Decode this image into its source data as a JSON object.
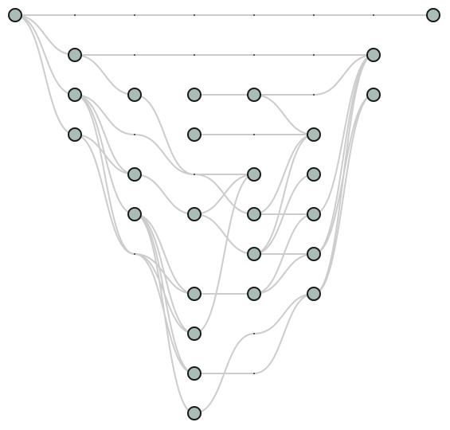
{
  "graph": {
    "node_fill": "#a8bdb5",
    "node_stroke": "#1a1a1a",
    "edge_color": "#cccccc",
    "nodes": [
      {
        "id": "n0",
        "layer": 0,
        "row": 0
      },
      {
        "id": "n1",
        "layer": 7,
        "row": 0
      },
      {
        "id": "n2",
        "layer": 1,
        "row": 1
      },
      {
        "id": "n3",
        "layer": 6,
        "row": 1
      },
      {
        "id": "n4",
        "layer": 1,
        "row": 2
      },
      {
        "id": "n5",
        "layer": 2,
        "row": 2
      },
      {
        "id": "n6",
        "layer": 3,
        "row": 2
      },
      {
        "id": "n7",
        "layer": 4,
        "row": 2
      },
      {
        "id": "n8",
        "layer": 6,
        "row": 2
      },
      {
        "id": "n9",
        "layer": 1,
        "row": 3
      },
      {
        "id": "n10",
        "layer": 3,
        "row": 3
      },
      {
        "id": "n11",
        "layer": 5,
        "row": 3
      },
      {
        "id": "n12",
        "layer": 2,
        "row": 4
      },
      {
        "id": "n13",
        "layer": 4,
        "row": 4
      },
      {
        "id": "n14",
        "layer": 5,
        "row": 4
      },
      {
        "id": "n15",
        "layer": 2,
        "row": 5
      },
      {
        "id": "n16",
        "layer": 3,
        "row": 5
      },
      {
        "id": "n17",
        "layer": 4,
        "row": 5
      },
      {
        "id": "n18",
        "layer": 5,
        "row": 5
      },
      {
        "id": "n19",
        "layer": 4,
        "row": 6
      },
      {
        "id": "n20",
        "layer": 5,
        "row": 6
      },
      {
        "id": "n21",
        "layer": 3,
        "row": 7
      },
      {
        "id": "n22",
        "layer": 4,
        "row": 7
      },
      {
        "id": "n23",
        "layer": 5,
        "row": 7
      },
      {
        "id": "n24",
        "layer": 3,
        "row": 8
      },
      {
        "id": "n25",
        "layer": 3,
        "row": 9
      },
      {
        "id": "n26",
        "layer": 3,
        "row": 10
      }
    ],
    "edges": [
      {
        "path": [
          [
            0,
            0
          ],
          [
            1,
            0
          ],
          [
            2,
            0
          ],
          [
            3,
            0
          ],
          [
            4,
            0
          ],
          [
            5,
            0
          ],
          [
            6,
            0
          ],
          [
            7,
            0
          ]
        ]
      },
      {
        "path": [
          [
            0,
            0
          ],
          [
            1,
            1
          ]
        ]
      },
      {
        "path": [
          [
            0,
            0
          ],
          [
            1,
            2
          ]
        ]
      },
      {
        "path": [
          [
            0,
            0
          ],
          [
            1,
            3
          ]
        ]
      },
      {
        "path": [
          [
            1,
            1
          ],
          [
            2,
            1
          ],
          [
            3,
            1
          ],
          [
            4,
            1
          ],
          [
            5,
            1
          ],
          [
            6,
            1
          ]
        ]
      },
      {
        "path": [
          [
            1,
            1
          ],
          [
            2,
            2
          ]
        ]
      },
      {
        "path": [
          [
            1,
            2
          ],
          [
            2,
            3
          ],
          [
            3,
            4
          ],
          [
            4,
            4
          ]
        ]
      },
      {
        "path": [
          [
            1,
            2
          ],
          [
            2,
            4
          ]
        ]
      },
      {
        "path": [
          [
            1,
            2
          ],
          [
            2,
            5
          ]
        ]
      },
      {
        "path": [
          [
            1,
            2
          ],
          [
            2,
            6
          ],
          [
            3,
            7
          ],
          [
            4,
            7
          ]
        ]
      },
      {
        "path": [
          [
            1,
            3
          ],
          [
            2,
            4
          ]
        ]
      },
      {
        "path": [
          [
            1,
            3
          ],
          [
            2,
            6
          ],
          [
            3,
            8
          ]
        ]
      },
      {
        "path": [
          [
            2,
            2
          ],
          [
            3,
            4
          ],
          [
            4,
            5
          ],
          [
            5,
            5
          ],
          [
            6,
            1
          ]
        ]
      },
      {
        "path": [
          [
            2,
            4
          ],
          [
            3,
            5
          ],
          [
            4,
            6
          ],
          [
            5,
            6
          ],
          [
            6,
            1
          ]
        ]
      },
      {
        "path": [
          [
            2,
            5
          ],
          [
            3,
            7
          ]
        ]
      },
      {
        "path": [
          [
            2,
            5
          ],
          [
            3,
            8
          ]
        ]
      },
      {
        "path": [
          [
            2,
            5
          ],
          [
            3,
            9
          ],
          [
            4,
            9
          ],
          [
            5,
            7
          ],
          [
            6,
            1
          ]
        ]
      },
      {
        "path": [
          [
            2,
            5
          ],
          [
            3,
            10
          ]
        ]
      },
      {
        "path": [
          [
            2,
            6
          ],
          [
            3,
            9
          ]
        ]
      },
      {
        "path": [
          [
            3,
            2
          ],
          [
            4,
            2
          ]
        ]
      },
      {
        "path": [
          [
            3,
            3
          ],
          [
            4,
            3
          ],
          [
            5,
            3
          ]
        ]
      },
      {
        "path": [
          [
            3,
            5
          ],
          [
            4,
            4
          ]
        ]
      },
      {
        "path": [
          [
            3,
            7
          ],
          [
            4,
            7
          ]
        ]
      },
      {
        "path": [
          [
            3,
            8
          ],
          [
            4,
            4
          ]
        ]
      },
      {
        "path": [
          [
            3,
            10
          ],
          [
            4,
            8
          ],
          [
            5,
            7
          ]
        ]
      },
      {
        "path": [
          [
            4,
            2
          ],
          [
            5,
            2
          ],
          [
            6,
            1
          ]
        ]
      },
      {
        "path": [
          [
            4,
            2
          ],
          [
            5,
            3
          ]
        ]
      },
      {
        "path": [
          [
            4,
            5
          ],
          [
            5,
            3
          ]
        ]
      },
      {
        "path": [
          [
            4,
            6
          ],
          [
            5,
            3
          ]
        ]
      },
      {
        "path": [
          [
            4,
            6
          ],
          [
            5,
            4
          ]
        ]
      },
      {
        "path": [
          [
            4,
            7
          ],
          [
            5,
            6
          ]
        ]
      },
      {
        "path": [
          [
            5,
            6
          ],
          [
            6,
            2
          ]
        ]
      },
      {
        "path": [
          [
            5,
            7
          ],
          [
            6,
            2
          ]
        ]
      },
      {
        "path": [
          [
            4,
            7
          ],
          [
            5,
            5
          ]
        ]
      }
    ]
  }
}
